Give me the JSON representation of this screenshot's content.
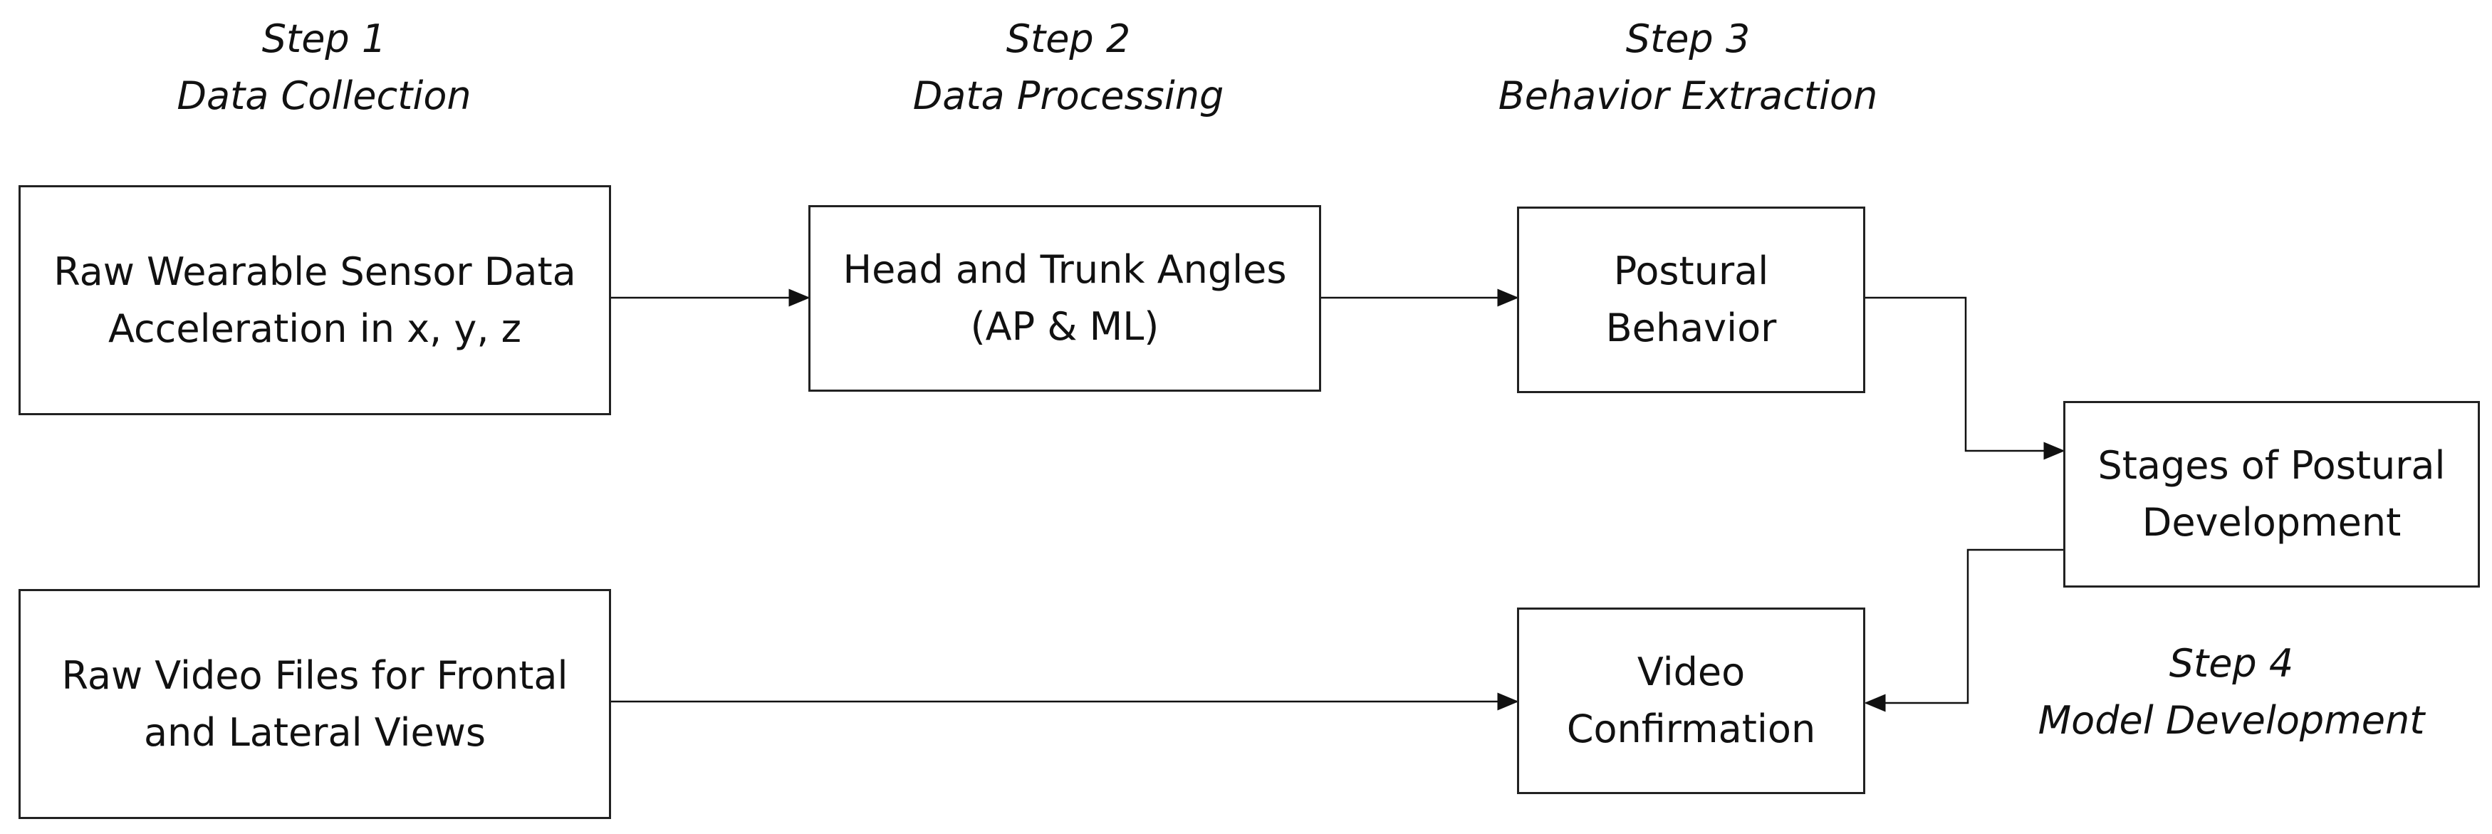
{
  "steps": [
    {
      "number": "Step 1",
      "name": "Data Collection"
    },
    {
      "number": "Step 2",
      "name": "Data Processing"
    },
    {
      "number": "Step 3",
      "name": "Behavior Extraction"
    },
    {
      "number": "Step 4",
      "name": "Model Development"
    }
  ],
  "boxes": {
    "raw_sensor": {
      "line1": "Raw Wearable Sensor Data",
      "line2": "Acceleration in x, y, z"
    },
    "angles": {
      "line1": "Head and Trunk Angles",
      "line2": "(AP & ML)"
    },
    "postural_behavior": {
      "line1": "Postural",
      "line2": "Behavior"
    },
    "stages": {
      "line1": "Stages of Postural",
      "line2": "Development"
    },
    "raw_video": {
      "line1": "Raw Video Files for Frontal",
      "line2": "and Lateral Views"
    },
    "video_confirmation": {
      "line1": "Video",
      "line2": "Confirmation"
    }
  }
}
